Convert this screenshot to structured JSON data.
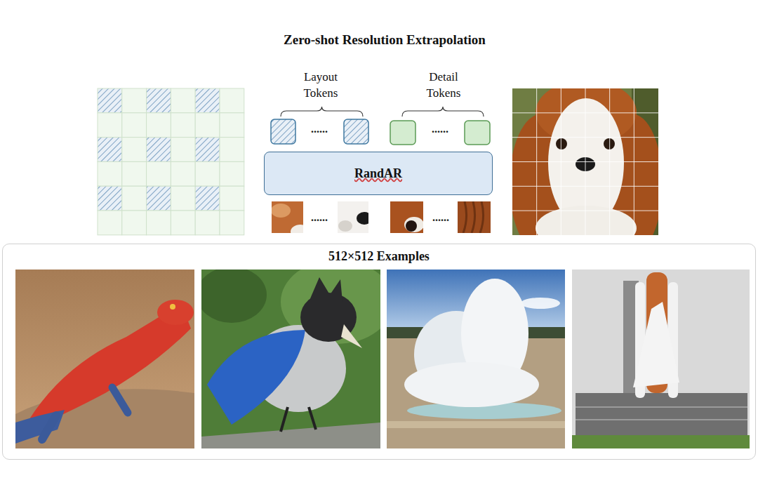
{
  "diagram": {
    "title": "Zero-shot Resolution Extrapolation",
    "nodes": [
      {
        "text": [
          "RandAR"
        ]
      },
      {
        "text": [
          "512×512 Examples"
        ]
      }
    ],
    "labels": [
      "Layout Tokens",
      "Detail Tokens",
      "......",
      "......",
      "......",
      "......"
    ]
  }
}
